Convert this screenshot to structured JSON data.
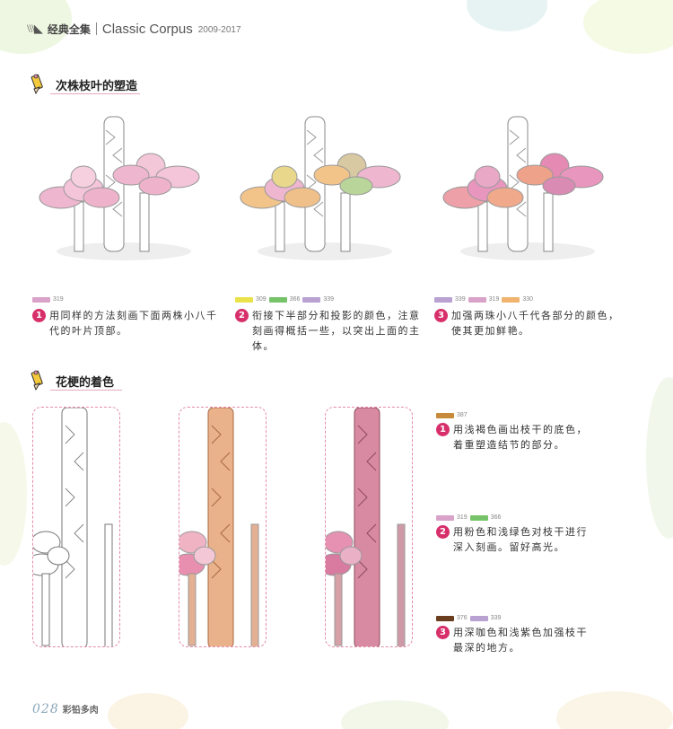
{
  "header": {
    "series_title": "经典全集",
    "latin_title": "Classic Corpus",
    "years": "2009-2017"
  },
  "section1": {
    "title": "次株枝叶的塑造",
    "steps": [
      {
        "num": "1",
        "colors": [
          {
            "code": "319",
            "hex": "#d9a3c9"
          }
        ],
        "text": "用同样的方法刻画下面两株小八千代的叶片顶部。"
      },
      {
        "num": "2",
        "colors": [
          {
            "code": "309",
            "hex": "#e9e24a"
          },
          {
            "code": "366",
            "hex": "#77c36a"
          },
          {
            "code": "339",
            "hex": "#b9a1d2"
          }
        ],
        "text": "衔接下半部分和投影的颜色，注意刻画得概括一些，以突出上面的主体。"
      },
      {
        "num": "3",
        "colors": [
          {
            "code": "339",
            "hex": "#b9a1d2"
          },
          {
            "code": "319",
            "hex": "#d9a3c9"
          },
          {
            "code": "330",
            "hex": "#f0b46e"
          }
        ],
        "text": "加强两珠小八千代各部分的颜色，使其更加鲜艳。"
      }
    ]
  },
  "section2": {
    "title": "花梗的着色",
    "steps": [
      {
        "num": "1",
        "colors": [
          {
            "code": "387",
            "hex": "#c78a3a"
          }
        ],
        "text": "用浅褐色画出枝干的底色，着重塑造结节的部分。"
      },
      {
        "num": "2",
        "colors": [
          {
            "code": "319",
            "hex": "#d9a3c9"
          },
          {
            "code": "366",
            "hex": "#77c36a"
          }
        ],
        "text": "用粉色和浅绿色对枝干进行深入刻画。留好高光。"
      },
      {
        "num": "3",
        "colors": [
          {
            "code": "376",
            "hex": "#6b3d1f"
          },
          {
            "code": "339",
            "hex": "#b9a1d2"
          }
        ],
        "text": "用深咖色和浅紫色加强枝干最深的地方。"
      }
    ]
  },
  "footer": {
    "page_number": "028",
    "book_title": "彩铅多肉"
  },
  "accent_colors": {
    "step_badge": "#d72f6a",
    "frame_border": "#e58aa8"
  }
}
